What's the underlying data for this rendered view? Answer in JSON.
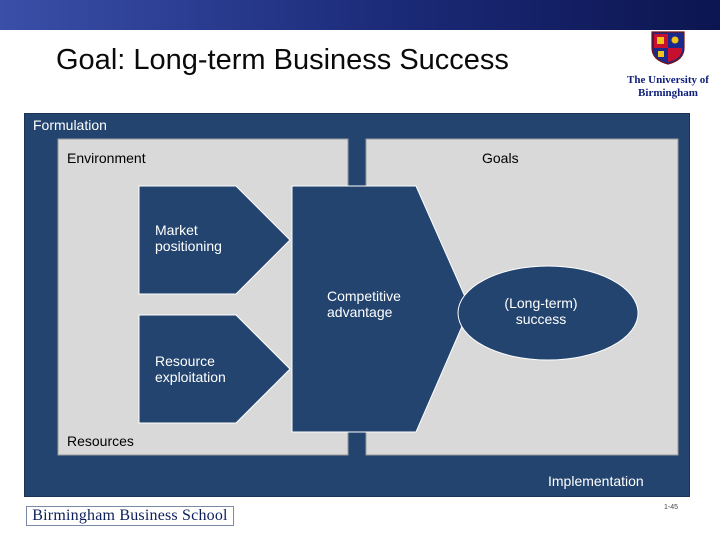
{
  "slide": {
    "title": "Goal: Long-term Business Success",
    "university": "The University of Birmingham",
    "school": "Birmingham Business School",
    "slide_number": "1-45"
  },
  "diagram": {
    "formulation": "Formulation",
    "environment": "Environment",
    "goals": "Goals",
    "market_positioning": [
      "Market",
      "positioning"
    ],
    "competitive_advantage": [
      "Competitive",
      "advantage"
    ],
    "long_term_success": [
      "(Long-term)",
      "success"
    ],
    "resource_exploitation": [
      "Resource",
      "exploitation"
    ],
    "resources": "Resources",
    "implementation": "Implementation"
  },
  "colors": {
    "frame": "#23446f",
    "light_box": "#d9d9d9",
    "top_bar": "#1b2a78"
  }
}
